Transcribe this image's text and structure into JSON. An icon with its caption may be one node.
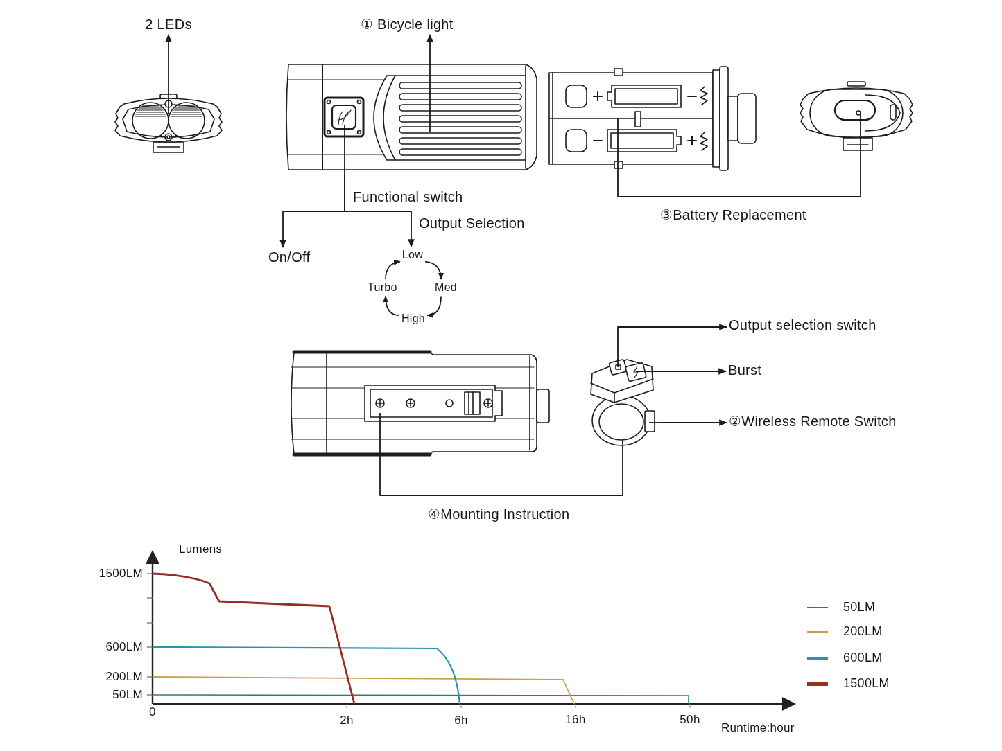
{
  "diagram": {
    "nodes": [
      {
        "text": [
          "2 LEDs"
        ]
      },
      {
        "text": [
          "① Bicycle light"
        ]
      },
      {
        "text": [],
        "shape": "picture"
      },
      {
        "text": [],
        "shape": "picture"
      },
      {
        "text": [],
        "shape": "picture"
      },
      {
        "text": [],
        "shape": "picture"
      },
      {
        "text": [
          "On/Off"
        ]
      },
      {
        "text": [
          "Low"
        ]
      },
      {
        "text": [
          "Turbo"
        ]
      },
      {
        "text": [
          "Med"
        ]
      },
      {
        "text": [
          "High"
        ]
      },
      {
        "text": [
          "Output selection switch"
        ]
      },
      {
        "text": [],
        "shape": "picture"
      },
      {
        "text": [],
        "shape": "picture"
      },
      {
        "text": [
          "Burst"
        ]
      },
      {
        "text": [
          "②Wireless Remote Switch"
        ]
      }
    ],
    "edges": [
      {
        "from": 2,
        "to": 0,
        "arrow": "to"
      },
      {
        "from": 3,
        "to": 1,
        "arrow": "to"
      },
      {
        "from": 4,
        "to": 5,
        "arrow": "none",
        "label": "③Battery Replacement"
      },
      {
        "from": 3,
        "to": 6,
        "arrow": "to",
        "label": "Functional switch"
      },
      {
        "from": 3,
        "to": 7,
        "arrow": "to",
        "label": "Output Selection"
      },
      {
        "from": 7,
        "to": 9,
        "arrow": "to"
      },
      {
        "from": 9,
        "to": 10,
        "arrow": "to"
      },
      {
        "from": 10,
        "to": 8,
        "arrow": "to"
      },
      {
        "from": 8,
        "to": 7,
        "arrow": "to"
      },
      {
        "from": 13,
        "to": 11,
        "arrow": "to"
      },
      {
        "from": 13,
        "to": 14,
        "arrow": "to"
      },
      {
        "from": 13,
        "to": 15,
        "arrow": "to"
      },
      {
        "from": 12,
        "to": 13,
        "arrow": "none",
        "label": "④Mounting Instruction"
      }
    ],
    "labels": [
      "Lumens",
      "1500LM",
      "600LM",
      "200LM",
      "50LM",
      "0",
      "2h",
      "6h",
      "16h",
      "50h",
      "Runtime:hour"
    ],
    "legend": [
      {
        "text": "50LM",
        "color": "#2e7d62"
      },
      {
        "text": "200LM",
        "color": "#c9a14a"
      },
      {
        "text": "600LM",
        "color": "#2a93b4"
      },
      {
        "text": "1500LM",
        "color": "#962e24"
      }
    ]
  }
}
